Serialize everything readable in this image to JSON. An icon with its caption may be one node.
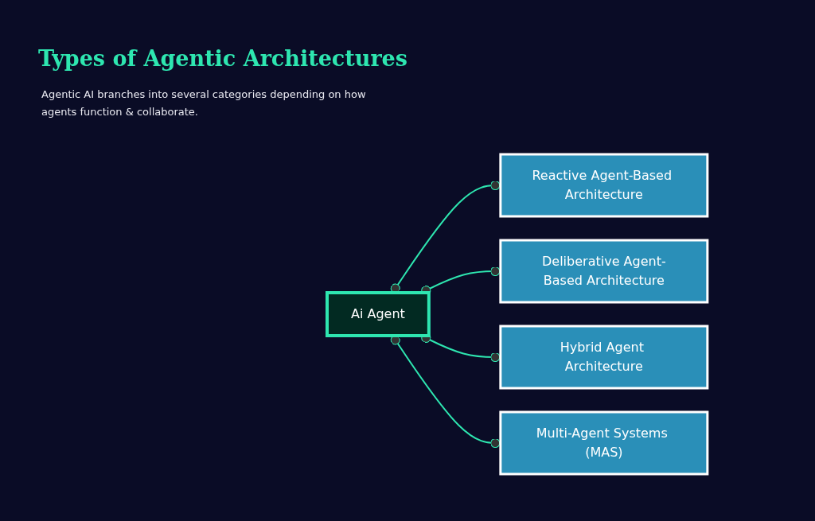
{
  "diagram": {
    "title": "Types of Agentic Architectures",
    "caption": "Agentic AI branches into several categories depending on how agents function & collaborate.",
    "nodes": [
      {
        "text": [
          "Ai Agent"
        ]
      },
      {
        "text": [
          "Reactive Agent-Based Architecture"
        ]
      },
      {
        "text": [
          "Deliberative Agent-Based Architecture"
        ]
      },
      {
        "text": [
          "Hybrid Agent Architecture"
        ]
      },
      {
        "text": [
          "Multi-Agent Systems (MAS)"
        ]
      }
    ],
    "edges": [
      {
        "from": 0,
        "to": 1,
        "arrow": "other"
      },
      {
        "from": 0,
        "to": 2,
        "arrow": "other"
      },
      {
        "from": 0,
        "to": 3,
        "arrow": "other"
      },
      {
        "from": 0,
        "to": 4,
        "arrow": "other"
      }
    ]
  }
}
